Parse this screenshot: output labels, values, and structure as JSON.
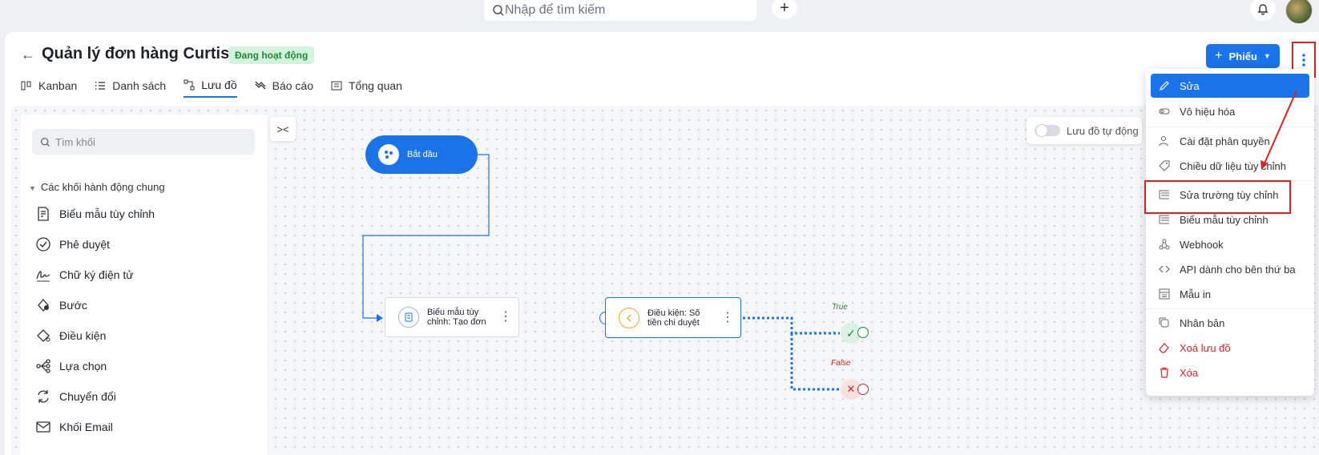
{
  "topbar": {
    "search_placeholder": "Nhập để tìm kiếm",
    "add_symbol": "+"
  },
  "header": {
    "title": "Quản lý đơn hàng Curtis",
    "status": "Đang hoạt động",
    "primary_button": "Phiếu"
  },
  "tabs": [
    {
      "label": "Kanban"
    },
    {
      "label": "Danh sách"
    },
    {
      "label": "Lưu đồ",
      "active": true
    },
    {
      "label": "Báo cáo"
    },
    {
      "label": "Tổng quan"
    }
  ],
  "panel": {
    "search_placeholder": "Tìm khối",
    "group_title": "Các khối hành động chung",
    "blocks": [
      {
        "label": "Biểu mẫu tùy chỉnh",
        "icon": "form-icon"
      },
      {
        "label": "Phê duyệt",
        "icon": "check-circle-icon"
      },
      {
        "label": "Chữ ký điện tử",
        "icon": "signature-icon"
      },
      {
        "label": "Bước",
        "icon": "step-icon"
      },
      {
        "label": "Điều kiện",
        "icon": "condition-icon"
      },
      {
        "label": "Lựa chọn",
        "icon": "choice-icon"
      },
      {
        "label": "Chuyển đổi",
        "icon": "convert-icon"
      },
      {
        "label": "Khối Email",
        "icon": "email-icon"
      }
    ]
  },
  "flow": {
    "start_label": "Bắt đầu",
    "form_node": "Biểu mẫu tùy chỉnh: Tạo đơn",
    "condition_node": "Điều kiện: Số tiền chi duyệt",
    "true_label": "True",
    "false_label": "False",
    "auto_toggle_label": "Lưu đồ tự động",
    "auto_toggle_on": false
  },
  "menu": {
    "items": [
      {
        "label": "Sửa",
        "icon": "edit-icon",
        "active": true
      },
      {
        "label": "Vô hiệu hóa",
        "icon": "toggle-icon"
      },
      {
        "label": "Cài đặt phân quyền",
        "icon": "user-permission-icon"
      },
      {
        "label": "Chiều dữ liệu tùy chỉnh",
        "icon": "tag-icon"
      },
      {
        "label": "Sửa trường tùy chỉnh",
        "icon": "fields-icon",
        "highlighted": true
      },
      {
        "label": "Biểu mẫu tùy chỉnh",
        "icon": "form-list-icon"
      },
      {
        "label": "Webhook",
        "icon": "webhook-icon"
      },
      {
        "label": "API dành cho bên thứ ba",
        "icon": "code-icon"
      },
      {
        "label": "Mẫu in",
        "icon": "print-template-icon"
      },
      {
        "label": "Nhân bản",
        "icon": "duplicate-icon"
      },
      {
        "label": "Xoá lưu đồ",
        "icon": "eraser-icon",
        "danger": true
      },
      {
        "label": "Xóa",
        "icon": "trash-icon",
        "danger": true
      }
    ]
  },
  "colors": {
    "primary": "#1a73e8",
    "danger": "#d9232a",
    "success_bg": "#d4f3dc",
    "success_text": "#1e8a3c",
    "annotation": "#e02020"
  }
}
